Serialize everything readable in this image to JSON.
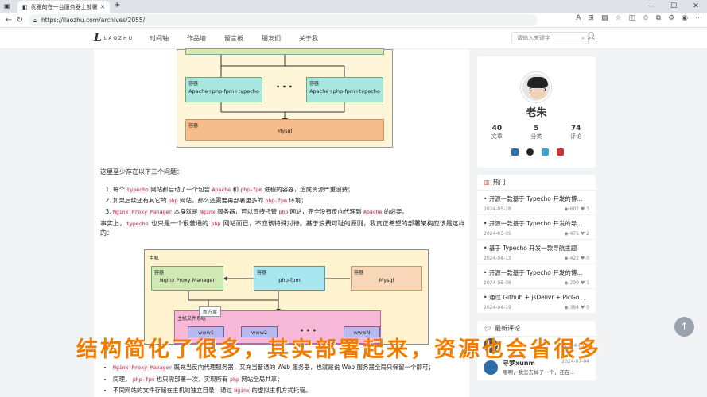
{
  "browser": {
    "tab_title": "优雅的在一台服务器上部署多个",
    "url": "https://ilaozhu.com/archives/2055/"
  },
  "site": {
    "logo_mark": "L",
    "logo_word": "LAOZHU",
    "nav": [
      "时间轴",
      "作品墙",
      "留言板",
      "朋友们",
      "关于我"
    ],
    "search_placeholder": "请输入关键字"
  },
  "diagram1": {
    "container1_label": "容器",
    "container1_text": "Apache+php-fpm+typecho",
    "container2_label": "容器",
    "container2_text": "Apache+php-fpm+typecho",
    "ellipsis": "• • •",
    "mysql_label": "容器",
    "mysql_text": "Mysql"
  },
  "article": {
    "problems_intro": "这里至少存在以下三个问题：",
    "problem1_a": "每个",
    "problem1_code1": "typecho",
    "problem1_b": "网站都启动了一个包含",
    "problem1_code2": "Apache",
    "problem1_c": "和",
    "problem1_code3": "php-fpm",
    "problem1_d": "进程的容器，造成资源严重浪费；",
    "problem2_a": "如果后续还有其它的",
    "problem2_code1": "php",
    "problem2_b": "网站，那么还需要再部署更多的",
    "problem2_code2": "php-fpm",
    "problem2_c": "环境；",
    "problem3_code1": "Nginx Proxy Manager",
    "problem3_a": "本身就是",
    "problem3_code2": "Nginx",
    "problem3_b": "服务器，可以直接托管",
    "problem3_code3": "php",
    "problem3_c": "网站，完全没有反向代理到",
    "problem3_code4": "Apache",
    "problem3_d": "的必要。",
    "fact_a": "事实上，",
    "fact_code1": "typecho",
    "fact_b": "也只是一个很普通的",
    "fact_code2": "php",
    "fact_c": "网站而已，不应该特殊对待。基于浪费可耻的原则，我真正希望的部署架构应该是这样的：",
    "bullet1_code": "Nginx Proxy Manager",
    "bullet1_text": "既充当反向代理服务器，又充当普通的 Web 服务器，也就是说 Web 服务器全局只保留一个即可；",
    "bullet2_a": "同理，",
    "bullet2_code": "php-fpm",
    "bullet2_b": "也只需部署一次，实现所有",
    "bullet2_code2": "php",
    "bullet2_c": "网站全局共享；",
    "bullet3_a": "不同网站的文件存储在主机的独立目录，通过",
    "bullet3_code": "Nginx",
    "bullet3_b": "的虚拟主机方式托管。"
  },
  "diagram2": {
    "host": "主机",
    "npm_label": "容器",
    "npm_text": "Nginx Proxy Manager",
    "phpfpm_label": "容器",
    "phpfpm_text": "php-fpm",
    "mysql_label": "容器",
    "mysql_text": "Mysql",
    "tooltip": "新方案",
    "filesys": "主机文件系统",
    "www1": "www1",
    "www2": "www2",
    "ellipsis": "• • •",
    "wwwN": "wwwN"
  },
  "overlay_caption": "结构简化了很多，其实部署起来，资源也会省很多",
  "profile": {
    "name": "老朱",
    "stats": [
      {
        "n": "40",
        "t": "文章"
      },
      {
        "n": "5",
        "t": "分类"
      },
      {
        "n": "74",
        "t": "评论"
      }
    ]
  },
  "hot": {
    "title": "热门",
    "items": [
      {
        "t": "开源一款基于 Typecho 开发的博...",
        "d": "2024-05-28",
        "views": "602",
        "likes": "3"
      },
      {
        "t": "开源一款基于 Typecho 开发的导...",
        "d": "2024-05-05",
        "views": "476",
        "likes": "2"
      },
      {
        "t": "基于 Typecho 开发一款导航主题",
        "d": "2024-04-13",
        "views": "422",
        "likes": "0"
      },
      {
        "t": "开源一款基于 Typecho 开发的博...",
        "d": "2024-05-08",
        "views": "299",
        "likes": "1"
      },
      {
        "t": "通过 Github + jsDelivr + PicGo ...",
        "d": "2024-04-19",
        "views": "364",
        "likes": "0"
      }
    ]
  },
  "comments": {
    "title": "最新评论",
    "first_date": "2024-07-0",
    "name": "寻梦xunm",
    "date": "2024-07-04",
    "text": "哪啊，我怎去掉了一个，还在..."
  },
  "colors": {
    "overlay": "#f07d00",
    "accent": "#c94c4c"
  }
}
